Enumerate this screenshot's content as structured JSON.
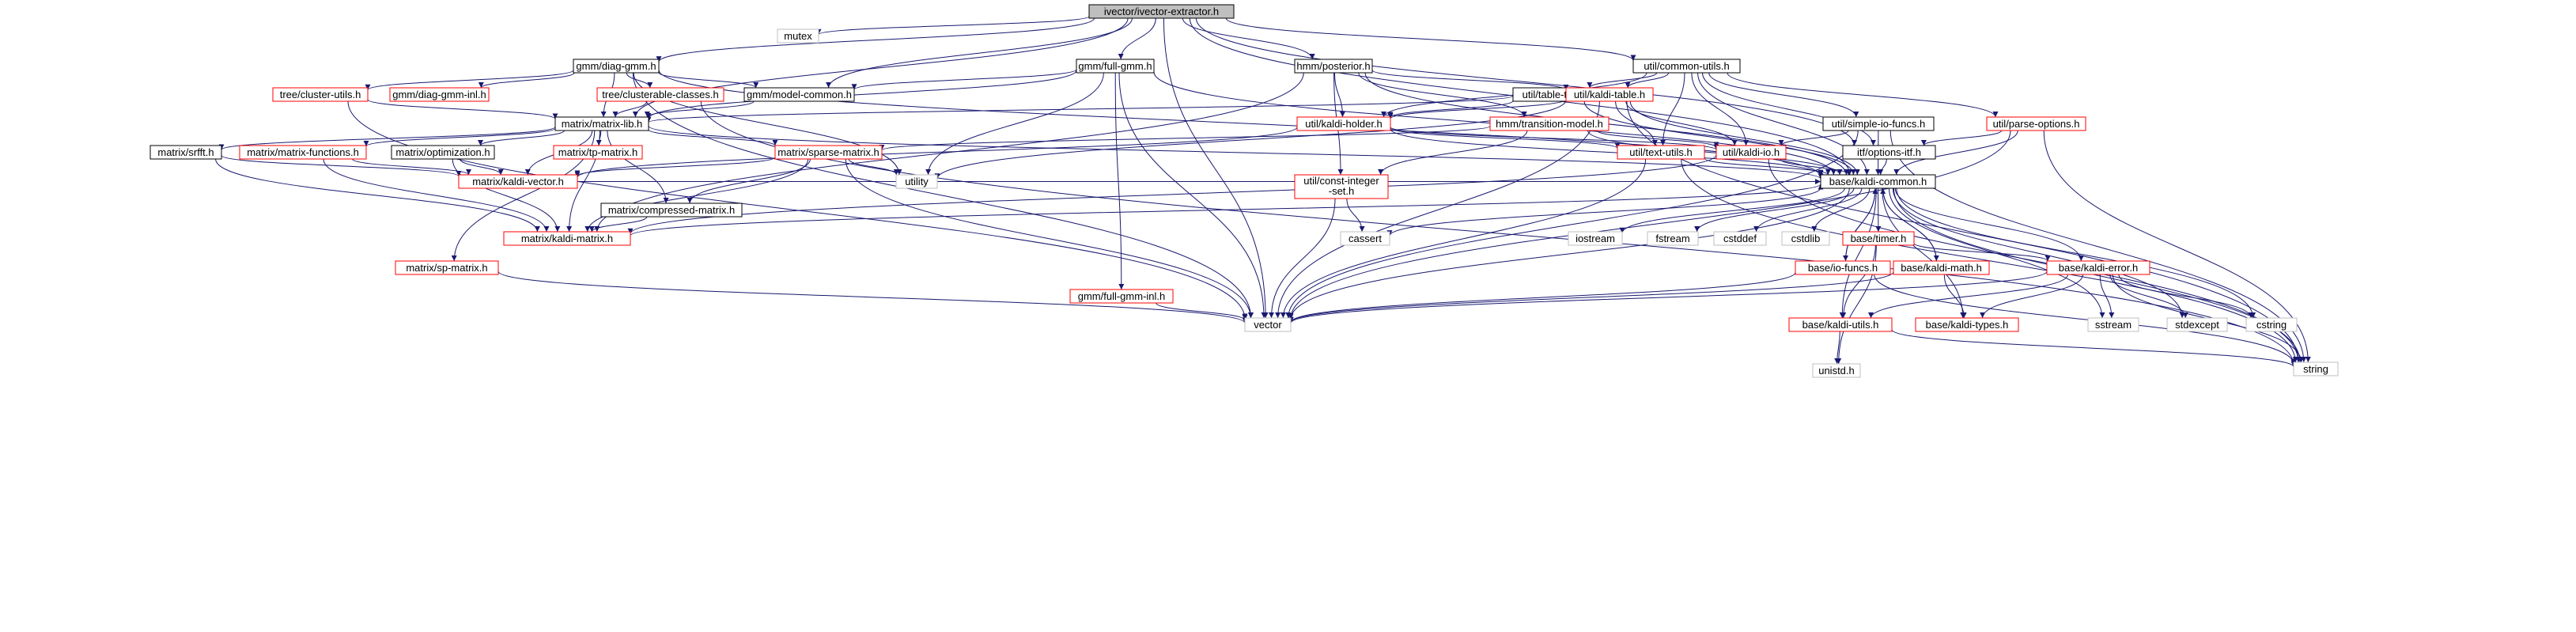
{
  "colors": {
    "edge": "#191970",
    "root_fill": "#bfbfbf",
    "root_border": "#000000",
    "documented_border": "#000000",
    "undocumented_border": "#ff0000",
    "system_border": "#bfbfbf",
    "background": "#ffffff"
  },
  "nodes": [
    {
      "id": "ivector-extractor",
      "label": "ivector/ivector-extractor.h",
      "kind": "root"
    },
    {
      "id": "mutex",
      "label": "mutex",
      "kind": "system"
    },
    {
      "id": "diag-gmm",
      "label": "gmm/diag-gmm.h",
      "kind": "documented"
    },
    {
      "id": "full-gmm",
      "label": "gmm/full-gmm.h",
      "kind": "documented"
    },
    {
      "id": "posterior",
      "label": "hmm/posterior.h",
      "kind": "documented"
    },
    {
      "id": "common-utils",
      "label": "util/common-utils.h",
      "kind": "documented"
    },
    {
      "id": "cluster-utils",
      "label": "tree/cluster-utils.h",
      "kind": "undocumented"
    },
    {
      "id": "diag-gmm-inl",
      "label": "gmm/diag-gmm-inl.h",
      "kind": "undocumented"
    },
    {
      "id": "model-common",
      "label": "gmm/model-common.h",
      "kind": "documented"
    },
    {
      "id": "clusterable-classes",
      "label": "tree/clusterable-classes.h",
      "kind": "undocumented"
    },
    {
      "id": "table-types",
      "label": "util/table-types.h",
      "kind": "documented"
    },
    {
      "id": "kaldi-table",
      "label": "util/kaldi-table.h",
      "kind": "undocumented"
    },
    {
      "id": "matrix-lib",
      "label": "matrix/matrix-lib.h",
      "kind": "documented"
    },
    {
      "id": "kaldi-holder",
      "label": "util/kaldi-holder.h",
      "kind": "undocumented"
    },
    {
      "id": "transition-model",
      "label": "hmm/transition-model.h",
      "kind": "undocumented"
    },
    {
      "id": "simple-io-funcs",
      "label": "util/simple-io-funcs.h",
      "kind": "documented"
    },
    {
      "id": "parse-options",
      "label": "util/parse-options.h",
      "kind": "undocumented"
    },
    {
      "id": "srfft",
      "label": "matrix/srfft.h",
      "kind": "documented"
    },
    {
      "id": "matrix-functions",
      "label": "matrix/matrix-functions.h",
      "kind": "undocumented"
    },
    {
      "id": "optimization",
      "label": "matrix/optimization.h",
      "kind": "documented"
    },
    {
      "id": "tp-matrix",
      "label": "matrix/tp-matrix.h",
      "kind": "undocumented"
    },
    {
      "id": "sparse-matrix",
      "label": "matrix/sparse-matrix.h",
      "kind": "undocumented"
    },
    {
      "id": "text-utils",
      "label": "util/text-utils.h",
      "kind": "undocumented"
    },
    {
      "id": "kaldi-io",
      "label": "util/kaldi-io.h",
      "kind": "undocumented"
    },
    {
      "id": "options-itf",
      "label": "itf/options-itf.h",
      "kind": "documented"
    },
    {
      "id": "utility",
      "label": "utility",
      "kind": "system"
    },
    {
      "id": "kaldi-vector",
      "label": "matrix/kaldi-vector.h",
      "kind": "undocumented"
    },
    {
      "id": "compressed-matrix",
      "label": "matrix/compressed-matrix.h",
      "kind": "documented"
    },
    {
      "id": "const-integer-set",
      "label": "util/const-integer\n-set.h",
      "kind": "undocumented"
    },
    {
      "id": "kaldi-common",
      "label": "base/kaldi-common.h",
      "kind": "documented"
    },
    {
      "id": "kaldi-matrix",
      "label": "matrix/kaldi-matrix.h",
      "kind": "undocumented"
    },
    {
      "id": "cassert",
      "label": "cassert",
      "kind": "system"
    },
    {
      "id": "iostream",
      "label": "iostream",
      "kind": "system"
    },
    {
      "id": "fstream",
      "label": "fstream",
      "kind": "system"
    },
    {
      "id": "cstddef",
      "label": "cstddef",
      "kind": "system"
    },
    {
      "id": "cstdlib",
      "label": "cstdlib",
      "kind": "system"
    },
    {
      "id": "timer",
      "label": "base/timer.h",
      "kind": "undocumented"
    },
    {
      "id": "sp-matrix",
      "label": "matrix/sp-matrix.h",
      "kind": "undocumented"
    },
    {
      "id": "full-gmm-inl",
      "label": "gmm/full-gmm-inl.h",
      "kind": "undocumented"
    },
    {
      "id": "io-funcs",
      "label": "base/io-funcs.h",
      "kind": "undocumented"
    },
    {
      "id": "kaldi-math",
      "label": "base/kaldi-math.h",
      "kind": "undocumented"
    },
    {
      "id": "kaldi-error",
      "label": "base/kaldi-error.h",
      "kind": "undocumented"
    },
    {
      "id": "vector",
      "label": "vector",
      "kind": "system"
    },
    {
      "id": "kaldi-utils",
      "label": "base/kaldi-utils.h",
      "kind": "undocumented"
    },
    {
      "id": "kaldi-types",
      "label": "base/kaldi-types.h",
      "kind": "undocumented"
    },
    {
      "id": "sstream",
      "label": "sstream",
      "kind": "system"
    },
    {
      "id": "stdexcept",
      "label": "stdexcept",
      "kind": "system"
    },
    {
      "id": "cstring",
      "label": "cstring",
      "kind": "system"
    },
    {
      "id": "string",
      "label": "string",
      "kind": "system"
    },
    {
      "id": "unistd",
      "label": "unistd.h",
      "kind": "system"
    }
  ],
  "edges": [
    [
      "ivector-extractor",
      "mutex"
    ],
    [
      "ivector-extractor",
      "diag-gmm"
    ],
    [
      "ivector-extractor",
      "full-gmm"
    ],
    [
      "ivector-extractor",
      "posterior"
    ],
    [
      "ivector-extractor",
      "common-utils"
    ],
    [
      "ivector-extractor",
      "model-common"
    ],
    [
      "ivector-extractor",
      "matrix-lib"
    ],
    [
      "ivector-extractor",
      "vector"
    ],
    [
      "ivector-extractor",
      "options-itf"
    ],
    [
      "ivector-extractor",
      "kaldi-common"
    ],
    [
      "diag-gmm",
      "cluster-utils"
    ],
    [
      "diag-gmm",
      "diag-gmm-inl"
    ],
    [
      "diag-gmm",
      "model-common"
    ],
    [
      "diag-gmm",
      "clusterable-classes"
    ],
    [
      "diag-gmm",
      "matrix-lib"
    ],
    [
      "diag-gmm",
      "utility"
    ],
    [
      "diag-gmm",
      "kaldi-common"
    ],
    [
      "diag-gmm",
      "vector"
    ],
    [
      "full-gmm",
      "model-common"
    ],
    [
      "full-gmm",
      "matrix-lib"
    ],
    [
      "full-gmm",
      "utility"
    ],
    [
      "full-gmm",
      "full-gmm-inl"
    ],
    [
      "full-gmm",
      "vector"
    ],
    [
      "full-gmm",
      "kaldi-common"
    ],
    [
      "posterior",
      "kaldi-table"
    ],
    [
      "posterior",
      "kaldi-holder"
    ],
    [
      "posterior",
      "transition-model"
    ],
    [
      "posterior",
      "const-integer-set"
    ],
    [
      "posterior",
      "kaldi-common"
    ],
    [
      "posterior",
      "kaldi-matrix"
    ],
    [
      "common-utils",
      "table-types"
    ],
    [
      "common-utils",
      "kaldi-table"
    ],
    [
      "common-utils",
      "kaldi-holder"
    ],
    [
      "common-utils",
      "simple-io-funcs"
    ],
    [
      "common-utils",
      "parse-options"
    ],
    [
      "common-utils",
      "text-utils"
    ],
    [
      "common-utils",
      "kaldi-io"
    ],
    [
      "common-utils",
      "kaldi-common"
    ],
    [
      "common-utils",
      "options-itf"
    ],
    [
      "cluster-utils",
      "matrix-lib"
    ],
    [
      "cluster-utils",
      "vector"
    ],
    [
      "model-common",
      "matrix-lib"
    ],
    [
      "clusterable-classes",
      "matrix-lib"
    ],
    [
      "clusterable-classes",
      "string"
    ],
    [
      "table-types",
      "kaldi-table"
    ],
    [
      "table-types",
      "kaldi-holder"
    ],
    [
      "table-types",
      "matrix-lib"
    ],
    [
      "table-types",
      "kaldi-common"
    ],
    [
      "kaldi-table",
      "kaldi-holder"
    ],
    [
      "kaldi-table",
      "kaldi-io"
    ],
    [
      "kaldi-table",
      "text-utils"
    ],
    [
      "kaldi-table",
      "kaldi-common"
    ],
    [
      "kaldi-table",
      "vector"
    ],
    [
      "kaldi-table",
      "string"
    ],
    [
      "kaldi-table",
      "utility"
    ],
    [
      "matrix-lib",
      "srfft"
    ],
    [
      "matrix-lib",
      "matrix-functions"
    ],
    [
      "matrix-lib",
      "optimization"
    ],
    [
      "matrix-lib",
      "tp-matrix"
    ],
    [
      "matrix-lib",
      "sparse-matrix"
    ],
    [
      "matrix-lib",
      "kaldi-vector"
    ],
    [
      "matrix-lib",
      "compressed-matrix"
    ],
    [
      "matrix-lib",
      "kaldi-matrix"
    ],
    [
      "matrix-lib",
      "sp-matrix"
    ],
    [
      "matrix-lib",
      "kaldi-common"
    ],
    [
      "kaldi-holder",
      "text-utils"
    ],
    [
      "kaldi-holder",
      "kaldi-io"
    ],
    [
      "kaldi-holder",
      "kaldi-vector"
    ],
    [
      "kaldi-holder",
      "kaldi-common"
    ],
    [
      "transition-model",
      "sparse-matrix"
    ],
    [
      "transition-model",
      "const-integer-set"
    ],
    [
      "transition-model",
      "kaldi-common"
    ],
    [
      "transition-model",
      "kaldi-io"
    ],
    [
      "simple-io-funcs",
      "kaldi-io"
    ],
    [
      "simple-io-funcs",
      "kaldi-common"
    ],
    [
      "simple-io-funcs",
      "vector"
    ],
    [
      "simple-io-funcs",
      "string"
    ],
    [
      "parse-options",
      "options-itf"
    ],
    [
      "parse-options",
      "kaldi-common"
    ],
    [
      "parse-options",
      "string"
    ],
    [
      "parse-options",
      "vector"
    ],
    [
      "srfft",
      "kaldi-vector"
    ],
    [
      "srfft",
      "kaldi-matrix"
    ],
    [
      "matrix-functions",
      "kaldi-vector"
    ],
    [
      "matrix-functions",
      "kaldi-matrix"
    ],
    [
      "optimization",
      "kaldi-vector"
    ],
    [
      "optimization",
      "kaldi-matrix"
    ],
    [
      "sparse-matrix",
      "kaldi-vector"
    ],
    [
      "sparse-matrix",
      "compressed-matrix"
    ],
    [
      "sparse-matrix",
      "kaldi-matrix"
    ],
    [
      "sparse-matrix",
      "utility"
    ],
    [
      "sparse-matrix",
      "vector"
    ],
    [
      "text-utils",
      "kaldi-common"
    ],
    [
      "text-utils",
      "vector"
    ],
    [
      "text-utils",
      "string"
    ],
    [
      "kaldi-io",
      "kaldi-common"
    ],
    [
      "kaldi-io",
      "kaldi-matrix"
    ],
    [
      "kaldi-io",
      "string"
    ],
    [
      "options-itf",
      "kaldi-common"
    ],
    [
      "compressed-matrix",
      "kaldi-matrix"
    ],
    [
      "const-integer-set",
      "cassert"
    ],
    [
      "const-integer-set",
      "vector"
    ],
    [
      "kaldi-common",
      "cassert"
    ],
    [
      "kaldi-common",
      "iostream"
    ],
    [
      "kaldi-common",
      "fstream"
    ],
    [
      "kaldi-common",
      "cstddef"
    ],
    [
      "kaldi-common",
      "cstdlib"
    ],
    [
      "kaldi-common",
      "timer"
    ],
    [
      "kaldi-common",
      "io-funcs"
    ],
    [
      "kaldi-common",
      "kaldi-math"
    ],
    [
      "kaldi-common",
      "kaldi-error"
    ],
    [
      "kaldi-common",
      "vector"
    ],
    [
      "kaldi-common",
      "kaldi-utils"
    ],
    [
      "kaldi-common",
      "kaldi-types"
    ],
    [
      "kaldi-common",
      "sstream"
    ],
    [
      "kaldi-common",
      "stdexcept"
    ],
    [
      "kaldi-common",
      "cstring"
    ],
    [
      "kaldi-common",
      "string"
    ],
    [
      "kaldi-vector",
      "kaldi-common"
    ],
    [
      "kaldi-matrix",
      "kaldi-common"
    ],
    [
      "timer",
      "kaldi-error"
    ],
    [
      "timer",
      "kaldi-utils"
    ],
    [
      "timer",
      "unistd"
    ],
    [
      "sp-matrix",
      "vector"
    ],
    [
      "full-gmm-inl",
      "vector"
    ],
    [
      "io-funcs",
      "vector"
    ],
    [
      "io-funcs",
      "string"
    ],
    [
      "io-funcs",
      "kaldi-common"
    ],
    [
      "kaldi-math",
      "kaldi-types"
    ],
    [
      "kaldi-math",
      "vector"
    ],
    [
      "kaldi-math",
      "kaldi-common"
    ],
    [
      "kaldi-error",
      "kaldi-types"
    ],
    [
      "kaldi-error",
      "kaldi-utils"
    ],
    [
      "kaldi-error",
      "sstream"
    ],
    [
      "kaldi-error",
      "stdexcept"
    ],
    [
      "kaldi-error",
      "cstring"
    ],
    [
      "kaldi-error",
      "string"
    ],
    [
      "kaldi-error",
      "vector"
    ],
    [
      "kaldi-utils",
      "string"
    ],
    [
      "kaldi-utils",
      "unistd"
    ]
  ]
}
